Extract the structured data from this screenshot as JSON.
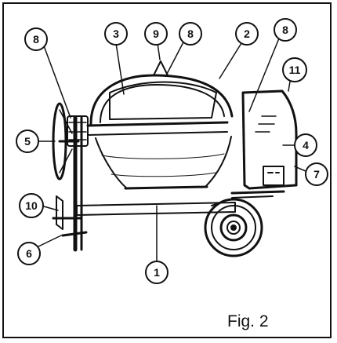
{
  "figure": {
    "caption": "Fig. 2",
    "subject": "cement mixer exploded parts view"
  },
  "callouts": [
    {
      "id": "callout-1",
      "label": "1"
    },
    {
      "id": "callout-2",
      "label": "2"
    },
    {
      "id": "callout-3",
      "label": "3"
    },
    {
      "id": "callout-4",
      "label": "4"
    },
    {
      "id": "callout-5",
      "label": "5"
    },
    {
      "id": "callout-6",
      "label": "6"
    },
    {
      "id": "callout-7",
      "label": "7"
    },
    {
      "id": "callout-8a",
      "label": "8"
    },
    {
      "id": "callout-8b",
      "label": "8"
    },
    {
      "id": "callout-8c",
      "label": "8"
    },
    {
      "id": "callout-9",
      "label": "9"
    },
    {
      "id": "callout-10",
      "label": "10"
    },
    {
      "id": "callout-11",
      "label": "11"
    }
  ]
}
